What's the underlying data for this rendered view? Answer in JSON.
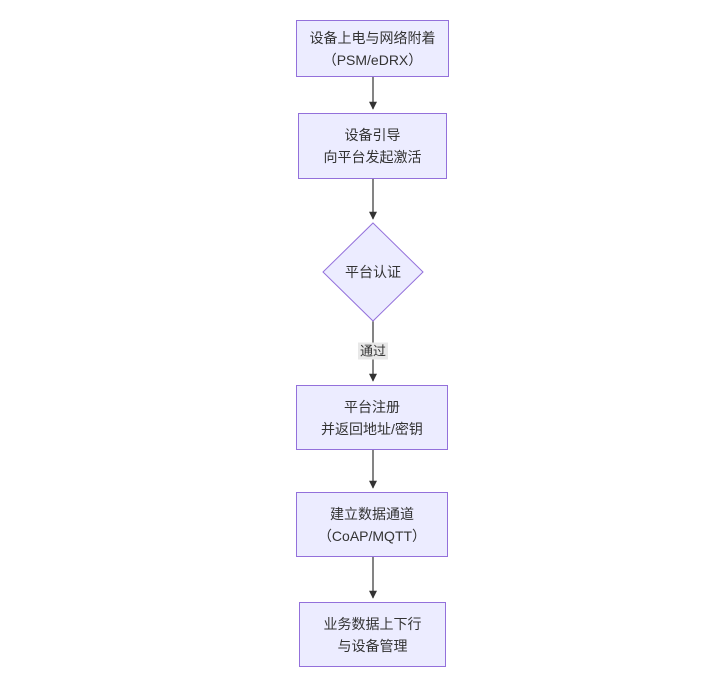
{
  "diagram": {
    "type": "flowchart-top-down",
    "nodes": [
      {
        "id": "power-attach",
        "shape": "rectangle",
        "line1": "设备上电与网络附着",
        "line2": "（PSM/eDRX）"
      },
      {
        "id": "bootstrap",
        "shape": "rectangle",
        "line1": "设备引导",
        "line2": "向平台发起激活"
      },
      {
        "id": "platform-auth",
        "shape": "diamond",
        "line1": "平台认证",
        "line2": ""
      },
      {
        "id": "platform-register",
        "shape": "rectangle",
        "line1": "平台注册",
        "line2": "并返回地址/密钥"
      },
      {
        "id": "data-channel",
        "shape": "rectangle",
        "line1": "建立数据通道",
        "line2": "（CoAP/MQTT）"
      },
      {
        "id": "business-data",
        "shape": "rectangle",
        "line1": "业务数据上下行",
        "line2": "与设备管理"
      }
    ],
    "edges": [
      {
        "from": "power-attach",
        "to": "bootstrap",
        "label": ""
      },
      {
        "from": "bootstrap",
        "to": "platform-auth",
        "label": ""
      },
      {
        "from": "platform-auth",
        "to": "platform-register",
        "label": "通过"
      },
      {
        "from": "platform-register",
        "to": "data-channel",
        "label": ""
      },
      {
        "from": "data-channel",
        "to": "business-data",
        "label": ""
      }
    ],
    "colors": {
      "node_fill": "#ECECFF",
      "node_border": "#9370DB",
      "edge_line": "#333333",
      "edge_label_bg": "#E8E8E8",
      "text": "#333333",
      "background": "#FFFFFF"
    }
  }
}
